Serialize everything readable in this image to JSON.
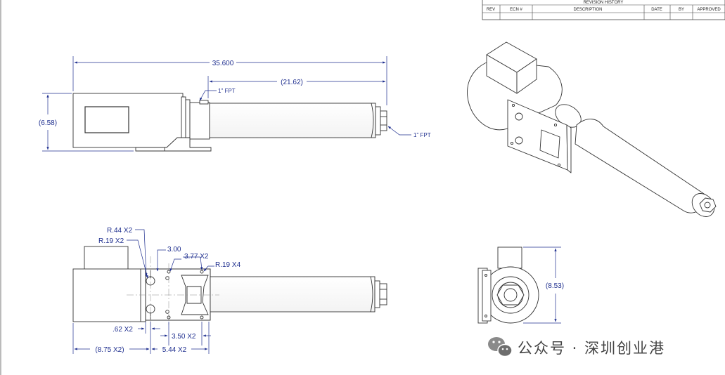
{
  "revision_table": {
    "title": "REVISION HISTORY",
    "headers": [
      "REV",
      "ECN #",
      "DESCRIPTION",
      "DATE",
      "BY",
      "APPROVED"
    ]
  },
  "top_view": {
    "overall_length": "35.600",
    "pipe_length": "21.62",
    "height": "6.58",
    "inlet_note": "1\" FPT",
    "outlet_note": "1\" FPT"
  },
  "bottom_view": {
    "outer_radius": "R.44 X2",
    "inner_radius": "R.19 X2",
    "hole_span": "3.00",
    "hole_spacing": "3.77 X2",
    "corner_radius": "R.19 X4",
    "slot_offset": ".62 X2",
    "bracket_width": "3.50 X2",
    "left_offset": "8.75 X2",
    "right_offset": "5.44 X2"
  },
  "end_view": {
    "height": "8.53"
  },
  "watermark": {
    "text": "公众号 · 深圳创业港",
    "icon": "wechat-icon"
  },
  "colors": {
    "dimension": "#1f2f8f",
    "outline": "#333333"
  }
}
